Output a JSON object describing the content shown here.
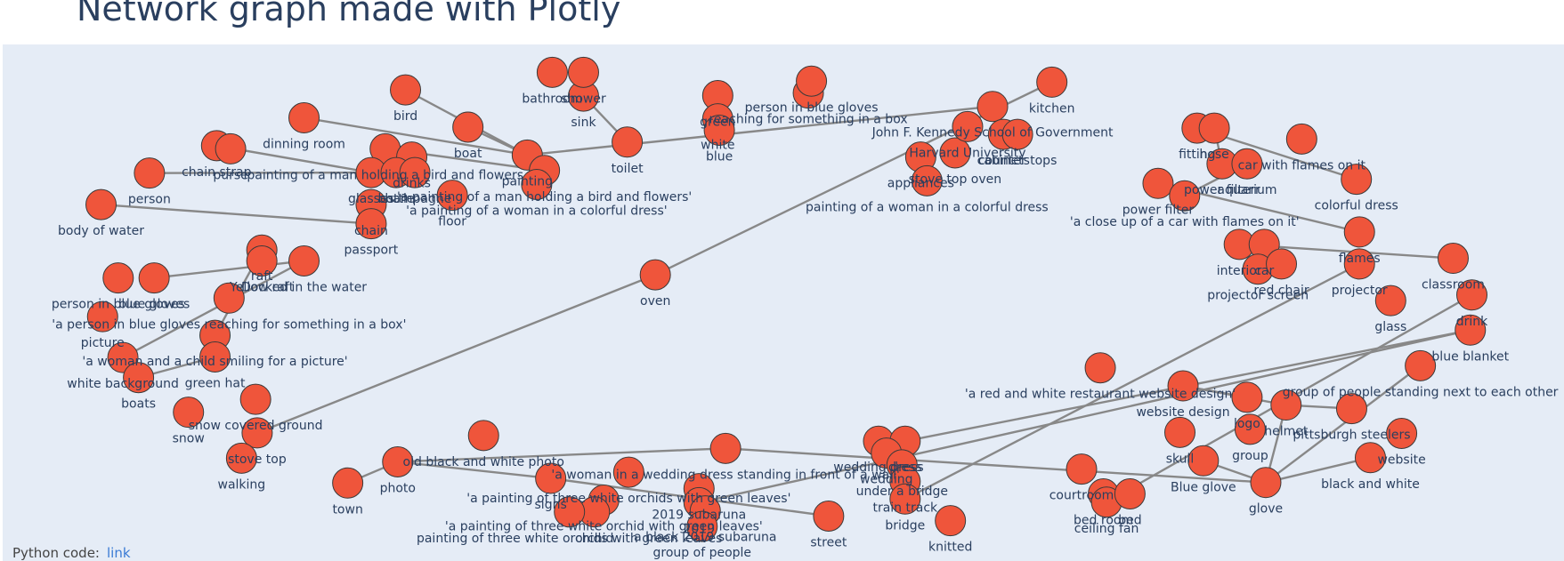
{
  "page": {
    "title": "Network graph made with Plotly",
    "footer_label": "Python code:",
    "footer_link": "link"
  },
  "colors": {
    "background": "#ffffff",
    "plot_bg": "#e5ecf6",
    "node": "#ef553b",
    "node_border": "#3a3a3a",
    "edge": "#888888",
    "label": "#2a3f5f"
  },
  "chart_data": {
    "type": "scatter",
    "title": "Network graph made with Plotly",
    "xlabel": "",
    "ylabel": "",
    "grid": false,
    "axes_visible": false,
    "legend": false,
    "xlim": [
      0,
      1
    ],
    "ylim": [
      0,
      1
    ],
    "nodes": [
      {
        "x": 0.193,
        "y": 0.858,
        "label": "dinning room"
      },
      {
        "x": 0.258,
        "y": 0.912,
        "label": "bird"
      },
      {
        "x": 0.298,
        "y": 0.84,
        "label": "boat"
      },
      {
        "x": 0.137,
        "y": 0.804,
        "label": "chain strap"
      },
      {
        "x": 0.146,
        "y": 0.798,
        "label": "purse"
      },
      {
        "x": 0.094,
        "y": 0.751,
        "label": "person"
      },
      {
        "x": 0.063,
        "y": 0.69,
        "label": "body of water"
      },
      {
        "x": 0.245,
        "y": 0.798,
        "label": "painting of a man holding a bird and flowers"
      },
      {
        "x": 0.262,
        "y": 0.782,
        "label": "drinks"
      },
      {
        "x": 0.236,
        "y": 0.752,
        "label": "glasses"
      },
      {
        "x": 0.252,
        "y": 0.752,
        "label": "bottle"
      },
      {
        "x": 0.264,
        "y": 0.752,
        "label": "champagne"
      },
      {
        "x": 0.336,
        "y": 0.786,
        "label": "painting"
      },
      {
        "x": 0.347,
        "y": 0.756,
        "label": "'a painting of a man holding a bird and flowers'"
      },
      {
        "x": 0.342,
        "y": 0.729,
        "label": "'a painting of a woman in a colorful dress'"
      },
      {
        "x": 0.288,
        "y": 0.708,
        "label": "floor"
      },
      {
        "x": 0.236,
        "y": 0.69,
        "label": "chain"
      },
      {
        "x": 0.236,
        "y": 0.653,
        "label": "passport"
      },
      {
        "x": 0.166,
        "y": 0.602,
        "label": "raft"
      },
      {
        "x": 0.166,
        "y": 0.581,
        "label": "Yellow raft"
      },
      {
        "x": 0.193,
        "y": 0.581,
        "label": "Docked in the water"
      },
      {
        "x": 0.074,
        "y": 0.548,
        "label": "person in blue gloves"
      },
      {
        "x": 0.097,
        "y": 0.548,
        "label": "blue gloves"
      },
      {
        "x": 0.145,
        "y": 0.509,
        "label": "'a person in blue gloves reaching for something in a box'"
      },
      {
        "x": 0.064,
        "y": 0.473,
        "label": "picture"
      },
      {
        "x": 0.136,
        "y": 0.437,
        "label": "'a woman and a child smiling for a picture'"
      },
      {
        "x": 0.077,
        "y": 0.394,
        "label": "white background"
      },
      {
        "x": 0.087,
        "y": 0.355,
        "label": "boats"
      },
      {
        "x": 0.136,
        "y": 0.395,
        "label": "green hat"
      },
      {
        "x": 0.162,
        "y": 0.313,
        "label": "snow covered ground"
      },
      {
        "x": 0.119,
        "y": 0.288,
        "label": "snow"
      },
      {
        "x": 0.163,
        "y": 0.248,
        "label": "stove top"
      },
      {
        "x": 0.153,
        "y": 0.199,
        "label": "walking"
      },
      {
        "x": 0.221,
        "y": 0.151,
        "label": "town"
      },
      {
        "x": 0.253,
        "y": 0.192,
        "label": "photo"
      },
      {
        "x": 0.308,
        "y": 0.243,
        "label": "old black and white photo"
      },
      {
        "x": 0.351,
        "y": 0.16,
        "label": "signs"
      },
      {
        "x": 0.401,
        "y": 0.172,
        "label": "'a painting of three white orchids with green leaves'"
      },
      {
        "x": 0.385,
        "y": 0.118,
        "label": "'a painting of three white orchid with green leaves'"
      },
      {
        "x": 0.379,
        "y": 0.095,
        "label": "orchid"
      },
      {
        "x": 0.363,
        "y": 0.095,
        "label": "painting of three white orchids with green leaves"
      },
      {
        "x": 0.446,
        "y": 0.14,
        "label": "2019 subaruna"
      },
      {
        "x": 0.446,
        "y": 0.113,
        "label": "2019"
      },
      {
        "x": 0.45,
        "y": 0.097,
        "label": "a black 2019 subaruna"
      },
      {
        "x": 0.448,
        "y": 0.067,
        "label": "group of people"
      },
      {
        "x": 0.463,
        "y": 0.218,
        "label": "'a woman in a wedding dress standing in front of a wall'"
      },
      {
        "x": 0.529,
        "y": 0.087,
        "label": "street"
      },
      {
        "x": 0.418,
        "y": 0.554,
        "label": "oven"
      },
      {
        "x": 0.352,
        "y": 0.946,
        "label": "bathroom"
      },
      {
        "x": 0.372,
        "y": 0.9,
        "label": "sink"
      },
      {
        "x": 0.372,
        "y": 0.946,
        "label": "shower"
      },
      {
        "x": 0.4,
        "y": 0.811,
        "label": "toilet"
      },
      {
        "x": 0.458,
        "y": 0.901,
        "label": "green"
      },
      {
        "x": 0.458,
        "y": 0.856,
        "label": "white"
      },
      {
        "x": 0.459,
        "y": 0.834,
        "label": "blue"
      },
      {
        "x": 0.516,
        "y": 0.906,
        "label": "reaching for something in a box"
      },
      {
        "x": 0.518,
        "y": 0.929,
        "label": "person in blue gloves"
      },
      {
        "x": 0.561,
        "y": 0.232,
        "label": "wedding dress"
      },
      {
        "x": 0.578,
        "y": 0.232,
        "label": "dress"
      },
      {
        "x": 0.566,
        "y": 0.209,
        "label": "wedding"
      },
      {
        "x": 0.576,
        "y": 0.186,
        "label": "under a bridge"
      },
      {
        "x": 0.578,
        "y": 0.154,
        "label": "train track"
      },
      {
        "x": 0.578,
        "y": 0.12,
        "label": "bridge"
      },
      {
        "x": 0.607,
        "y": 0.078,
        "label": "knitted"
      },
      {
        "x": 0.588,
        "y": 0.782,
        "label": "appliances"
      },
      {
        "x": 0.61,
        "y": 0.79,
        "label": "stove top oven"
      },
      {
        "x": 0.618,
        "y": 0.841,
        "label": "Harvard University"
      },
      {
        "x": 0.634,
        "y": 0.88,
        "label": "John F. Kennedy School of Government"
      },
      {
        "x": 0.641,
        "y": 0.826,
        "label": "cabinets"
      },
      {
        "x": 0.65,
        "y": 0.826,
        "label": "counter tops"
      },
      {
        "x": 0.672,
        "y": 0.927,
        "label": "kitchen"
      },
      {
        "x": 0.592,
        "y": 0.736,
        "label": "painting of a woman in a colorful dress"
      },
      {
        "x": 0.765,
        "y": 0.838,
        "label": "fitting"
      },
      {
        "x": 0.776,
        "y": 0.838,
        "label": "hose"
      },
      {
        "x": 0.832,
        "y": 0.817,
        "label": "car with flames on it"
      },
      {
        "x": 0.781,
        "y": 0.769,
        "label": "power filterr"
      },
      {
        "x": 0.797,
        "y": 0.769,
        "label": "aquarium"
      },
      {
        "x": 0.74,
        "y": 0.731,
        "label": "power filter"
      },
      {
        "x": 0.757,
        "y": 0.707,
        "label": "'a close up of a car with flames on it'"
      },
      {
        "x": 0.867,
        "y": 0.739,
        "label": "colorful dress"
      },
      {
        "x": 0.869,
        "y": 0.637,
        "label": "flames"
      },
      {
        "x": 0.792,
        "y": 0.613,
        "label": "interior"
      },
      {
        "x": 0.808,
        "y": 0.613,
        "label": "car"
      },
      {
        "x": 0.804,
        "y": 0.565,
        "label": "projector screen"
      },
      {
        "x": 0.819,
        "y": 0.575,
        "label": "red chair"
      },
      {
        "x": 0.869,
        "y": 0.575,
        "label": "projector"
      },
      {
        "x": 0.929,
        "y": 0.586,
        "label": "classroom"
      },
      {
        "x": 0.889,
        "y": 0.504,
        "label": "glass"
      },
      {
        "x": 0.941,
        "y": 0.515,
        "label": "drink"
      },
      {
        "x": 0.94,
        "y": 0.447,
        "label": "blue blanket"
      },
      {
        "x": 0.908,
        "y": 0.378,
        "label": "group of people standing next to each other"
      },
      {
        "x": 0.703,
        "y": 0.374,
        "label": "'a red and white restaurant website design'"
      },
      {
        "x": 0.756,
        "y": 0.339,
        "label": "website design"
      },
      {
        "x": 0.797,
        "y": 0.317,
        "label": "logo"
      },
      {
        "x": 0.822,
        "y": 0.302,
        "label": "helmet"
      },
      {
        "x": 0.864,
        "y": 0.295,
        "label": "pittsburgh steelers"
      },
      {
        "x": 0.896,
        "y": 0.247,
        "label": "website"
      },
      {
        "x": 0.876,
        "y": 0.2,
        "label": "black and white"
      },
      {
        "x": 0.754,
        "y": 0.249,
        "label": "skull"
      },
      {
        "x": 0.799,
        "y": 0.255,
        "label": "group"
      },
      {
        "x": 0.769,
        "y": 0.194,
        "label": "Blue glove"
      },
      {
        "x": 0.809,
        "y": 0.152,
        "label": "glove"
      },
      {
        "x": 0.691,
        "y": 0.178,
        "label": "courtroom"
      },
      {
        "x": 0.705,
        "y": 0.13,
        "label": "bed room"
      },
      {
        "x": 0.707,
        "y": 0.114,
        "label": "ceiling fan"
      },
      {
        "x": 0.722,
        "y": 0.13,
        "label": "bed"
      }
    ],
    "edges": [
      [
        1,
        12
      ],
      [
        2,
        12
      ],
      [
        0,
        12
      ],
      [
        3,
        9
      ],
      [
        5,
        9
      ],
      [
        6,
        17
      ],
      [
        7,
        13
      ],
      [
        12,
        67
      ],
      [
        13,
        14
      ],
      [
        20,
        22
      ],
      [
        20,
        26
      ],
      [
        18,
        25
      ],
      [
        28,
        27
      ],
      [
        47,
        31
      ],
      [
        47,
        70
      ],
      [
        33,
        34
      ],
      [
        34,
        36
      ],
      [
        36,
        46
      ],
      [
        45,
        34
      ],
      [
        45,
        101
      ],
      [
        100,
        101
      ],
      [
        101,
        90
      ],
      [
        89,
        58
      ],
      [
        89,
        42
      ],
      [
        88,
        104
      ],
      [
        85,
        62
      ],
      [
        94,
        101
      ],
      [
        94,
        95
      ],
      [
        97,
        101
      ],
      [
        92,
        93
      ],
      [
        92,
        94
      ],
      [
        80,
        77
      ],
      [
        79,
        72
      ],
      [
        81,
        86
      ],
      [
        75,
        73
      ],
      [
        49,
        51
      ],
      [
        76,
        78
      ]
    ]
  }
}
